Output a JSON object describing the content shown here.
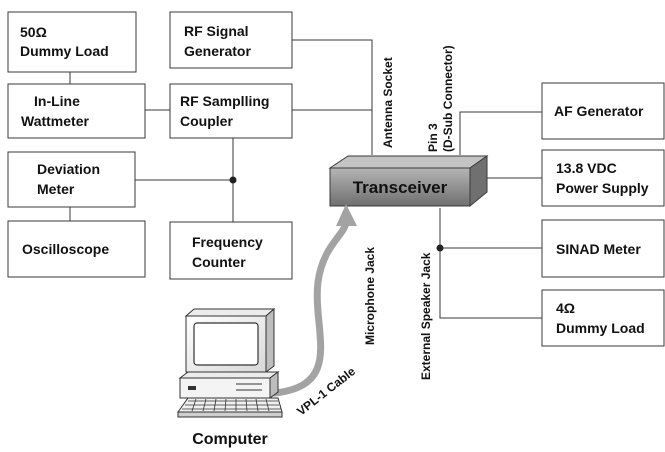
{
  "blocks": {
    "dummy_load_50": {
      "line1": "50Ω",
      "line2": "Dummy Load"
    },
    "rf_signal_generator": {
      "line1": "RF Signal",
      "line2": "Generator"
    },
    "inline_wattmeter": {
      "line1": "In-Line",
      "line2": "Wattmeter"
    },
    "rf_sampling_coupler": {
      "line1": "RF Samplling",
      "line2": "Coupler"
    },
    "deviation_meter": {
      "line1": "Deviation",
      "line2": "Meter"
    },
    "oscilloscope": {
      "line1": "Oscilloscope"
    },
    "frequency_counter": {
      "line1": "Frequency",
      "line2": "Counter"
    },
    "af_generator": {
      "line1": "AF Generator"
    },
    "power_supply": {
      "line1": "13.8 VDC",
      "line2": "Power Supply"
    },
    "sinad_meter": {
      "line1": "SINAD Meter"
    },
    "dummy_load_4": {
      "line1": "4Ω",
      "line2": "Dummy Load"
    },
    "transceiver": {
      "line1": "Transceiver"
    },
    "computer": {
      "line1": "Computer"
    }
  },
  "connection_labels": {
    "antenna_socket": "Antenna Socket",
    "pin3": "Pin 3",
    "dsub": "(D-Sub Connector)",
    "external_speaker_jack": "External Speaker Jack",
    "microphone_jack": "Microphone Jack",
    "vpl1_cable": "VPL-1 Cable"
  },
  "colors": {
    "transceiver_fill": "#8f8f8f",
    "cable": "#a3a3a3",
    "line": "#3a3a3a"
  }
}
